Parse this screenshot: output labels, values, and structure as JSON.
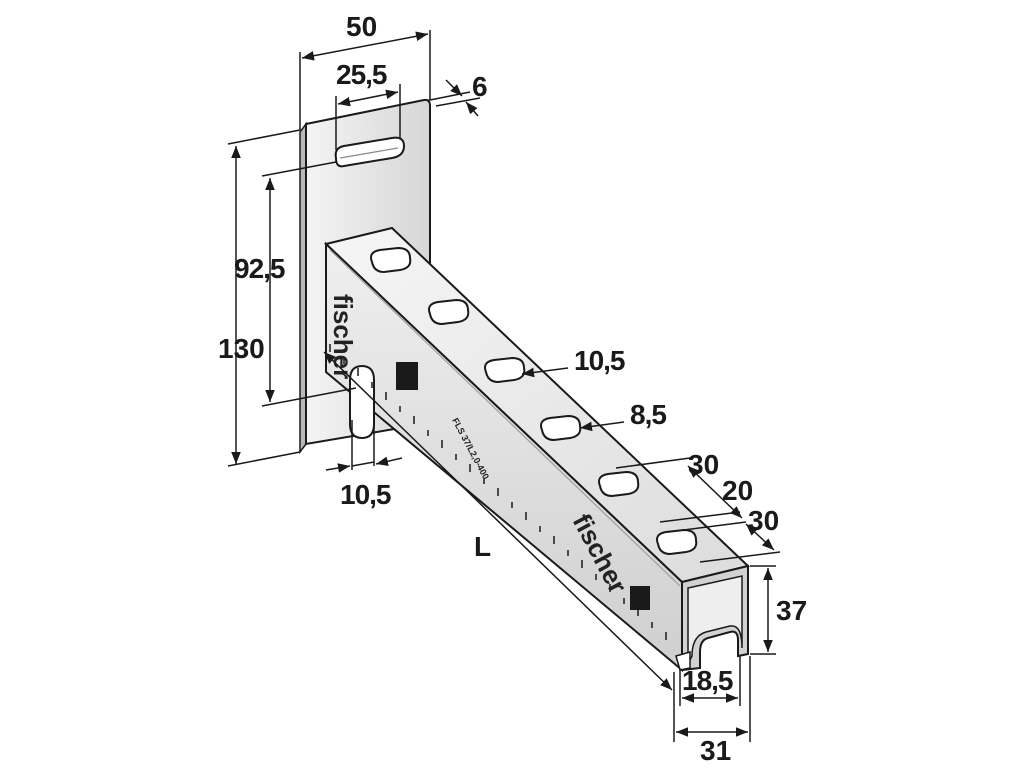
{
  "colors": {
    "metal_light": "#e6e6e6",
    "metal_mid": "#c9c9c9",
    "metal_dark": "#9a9a9a",
    "line": "#1a1a1a"
  },
  "diagram": {
    "brand_text": "fischer",
    "part_code": "FLS 37/L2,0-400",
    "dimensions": {
      "plate_width": "50",
      "slot_length_top": "25,5",
      "plate_thickness": "6",
      "slot_spacing_vertical": "92,5",
      "plate_height": "130",
      "slot_width_bottom": "10,5",
      "hole_width_rail": "10,5",
      "hole_small_width": "8,5",
      "hole_pitch_1": "30",
      "hole_gap": "20",
      "hole_pitch_2": "30",
      "profile_height": "37",
      "slot_opening": "18,5",
      "profile_width": "31",
      "length": "L"
    }
  }
}
